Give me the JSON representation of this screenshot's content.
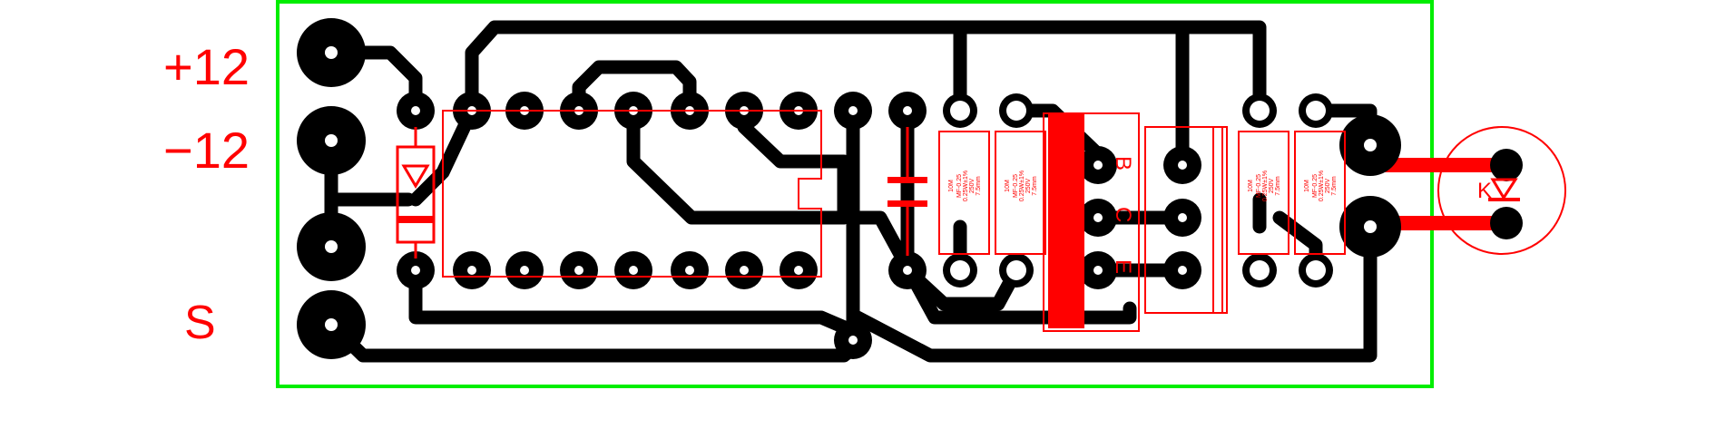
{
  "labels": {
    "plus12": "+12",
    "minus12": "−12",
    "signal": "S"
  },
  "transistor_pins": {
    "b": "B",
    "c": "C",
    "e": "E"
  },
  "resistor_markings": [
    [
      "10M",
      "MF-0.25",
      "0.25W±1%",
      "250V",
      "7.5mm"
    ],
    [
      "10M",
      "MF-0.25",
      "0.25W±1%",
      "250V",
      "7.5mm"
    ],
    [
      "10M",
      "MF-0.25",
      "0.25W±1%",
      "250V",
      "7.5mm"
    ],
    [
      "10M",
      "MF-0.25",
      "0.25W±1%",
      "250V",
      "7.5mm"
    ]
  ],
  "led_label": "K",
  "colors": {
    "copper": "#000000",
    "silkscreen": "#ff0000",
    "board_outline": "#00ee00",
    "drill": "#ffffff"
  }
}
